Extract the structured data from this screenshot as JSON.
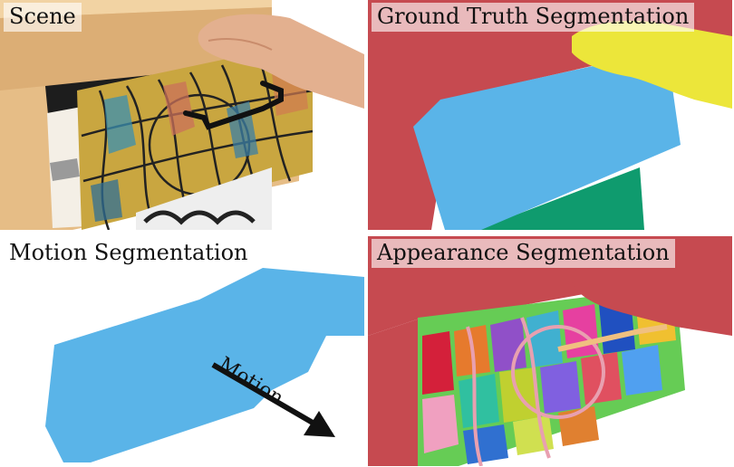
{
  "panels": {
    "scene": {
      "label": "Scene"
    },
    "ground_truth": {
      "label": "Ground Truth Segmentation"
    },
    "motion": {
      "label": "Motion Segmentation",
      "arrow_label": "Motion"
    },
    "appearance": {
      "label": "Appearance Segmentation"
    }
  },
  "colors": {
    "hand_red": "#c64a50",
    "drawer_blue": "#5ab4e8",
    "hand_yellow": "#ece63a",
    "floor_green": "#0f9b6e",
    "wood": "#e8c08a"
  }
}
